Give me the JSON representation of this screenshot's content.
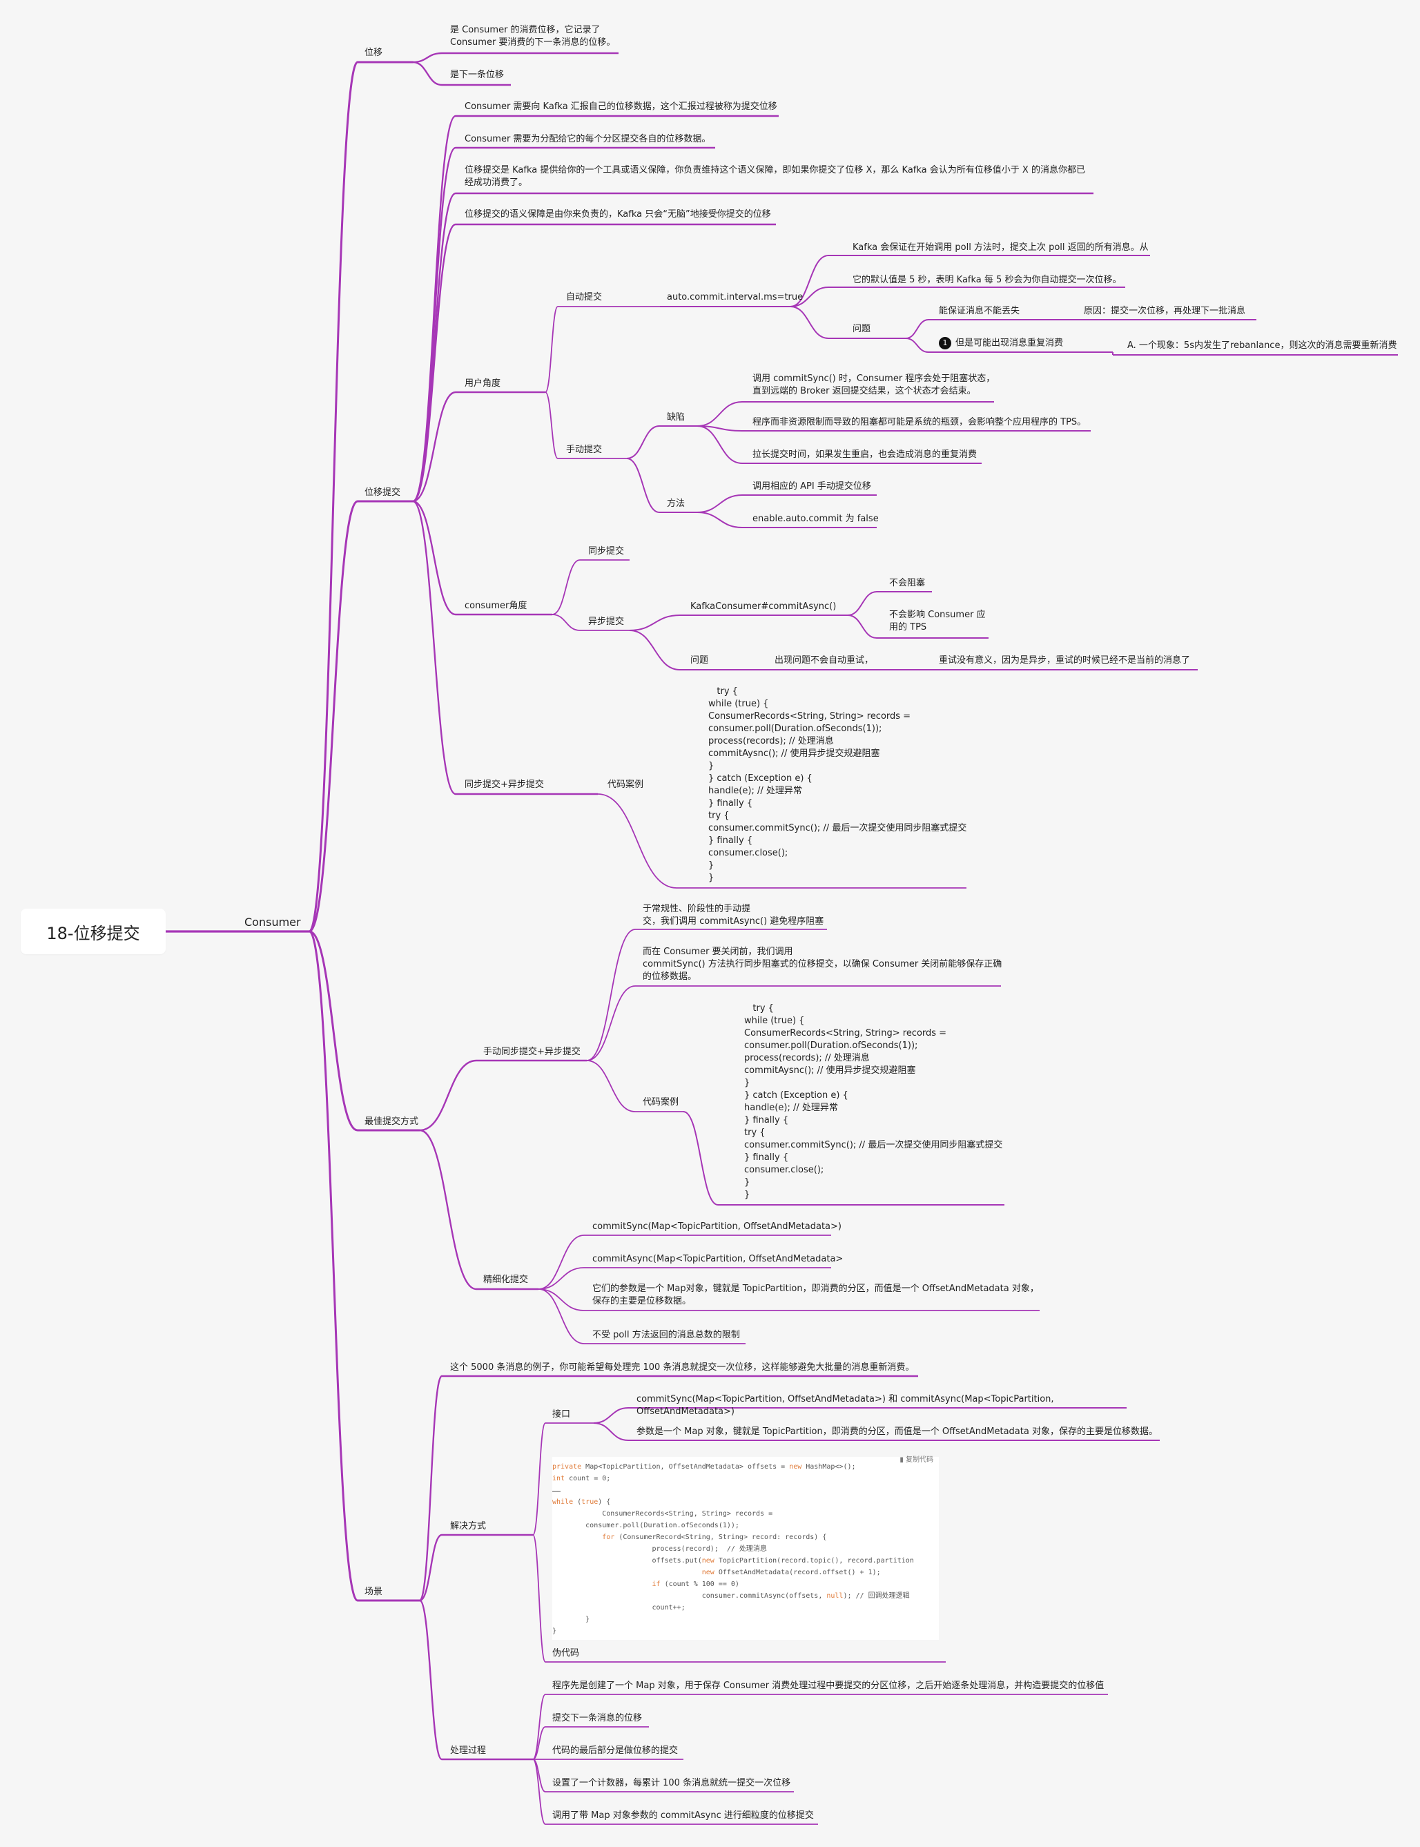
{
  "colors": {
    "edge": "#a636b6",
    "root_bg": "#ffffff",
    "background": "#f6f6f6"
  },
  "root": "18-位移提交",
  "l1": "Consumer",
  "weiyi": {
    "label": "位移",
    "c1": "是 Consumer 的消费位移，它记录了\nConsumer 要消费的下一条消息的位移。",
    "c2": "是下一条位移"
  },
  "tijiao": {
    "label": "位移提交",
    "c1": "Consumer 需要向 Kafka 汇报自己的位移数据，这个汇报过程被称为提交位移",
    "c2": "Consumer 需要为分配给它的每个分区提交各自的位移数据。",
    "c3": "位移提交是 Kafka 提供给你的一个工具或语义保障，你负责维持这个语义保障，即如果你提交了位移 X，那么 Kafka 会认为所有位移值小于 X 的消息你都已\n经成功消费了。",
    "c4": "位移提交的语义保障是由你来负责的，Kafka 只会“无脑”地接受你提交的位移",
    "user": {
      "label": "用户角度",
      "auto": {
        "label": "自动提交",
        "param": "auto.commit.interval.ms=true",
        "p1": "Kafka 会保证在开始调用 poll 方法时，提交上次 poll 返回的所有消息。从",
        "p2": "它的默认值是 5 秒，表明 Kafka 每 5 秒会为你自动提交一次位移。",
        "issue": "问题",
        "i1": "能保证消息不能丢失",
        "i1r": "原因：提交一次位移，再处理下一批消息",
        "i2_badge": "1",
        "i2": "但是可能出现消息重复消费",
        "i2r": "A. 一个现象：5s内发生了rebanlance，则这次的消息需要重新消费"
      },
      "manual": {
        "label": "手动提交",
        "defect": "缺陷",
        "d1": "调用 commitSync() 时，Consumer 程序会处于阻塞状态，\n直到远端的 Broker 返回提交结果，这个状态才会结束。",
        "d2": "程序而非资源限制而导致的阻塞都可能是系统的瓶颈，会影响整个应用程序的 TPS。",
        "d3": "拉长提交时间，如果发生重启，也会造成消息的重复消费",
        "method": "方法",
        "m1": "调用相应的 API 手动提交位移",
        "m2": "enable.auto.commit 为 false"
      }
    },
    "consumer": {
      "label": "consumer角度",
      "sync": "同步提交",
      "async": "异步提交",
      "api": "KafkaConsumer#commitAsync()",
      "a1": "不会阻塞",
      "a2": "不会影响 Consumer 应\n用的 TPS",
      "issue": "问题",
      "issue_text": "出现问题不会自动重试，",
      "issue_reason": "重试没有意义，因为是异步，重试的时候已经不是当前的消息了"
    },
    "mix": {
      "label": "同步提交+异步提交",
      "case": "代码案例",
      "code": "   try {\nwhile (true) {\nConsumerRecords<String, String> records =\nconsumer.poll(Duration.ofSeconds(1));\nprocess(records); // 处理消息\ncommitAysnc(); // 使用异步提交规避阻塞\n}\n} catch (Exception e) {\nhandle(e); // 处理异常\n} finally {\ntry {\nconsumer.commitSync(); // 最后一次提交使用同步阻塞式提交\n} finally {\nconsumer.close();\n}\n}"
    }
  },
  "best": {
    "label": "最佳提交方式",
    "mix": {
      "label": "手动同步提交+异步提交",
      "t1": "于常规性、阶段性的手动提\n交，我们调用 commitAsync() 避免程序阻塞",
      "t2": "而在 Consumer 要关闭前，我们调用\ncommitSync() 方法执行同步阻塞式的位移提交，以确保 Consumer 关闭前能够保存正确\n的位移数据。",
      "case": "代码案例",
      "code": "   try {\nwhile (true) {\nConsumerRecords<String, String> records =\nconsumer.poll(Duration.ofSeconds(1));\nprocess(records); // 处理消息\ncommitAysnc(); // 使用异步提交规避阻塞\n}\n} catch (Exception e) {\nhandle(e); // 处理异常\n} finally {\ntry {\nconsumer.commitSync(); // 最后一次提交使用同步阻塞式提交\n} finally {\nconsumer.close();\n}\n}"
    },
    "fine": {
      "label": "精细化提交",
      "f1": "commitSync(Map<TopicPartition, OffsetAndMetadata>)",
      "f2": "commitAsync(Map<TopicPartition, OffsetAndMetadata>",
      "f3": "它们的参数是一个 Map对象，键就是 TopicPartition，即消费的分区，而值是一个 OffsetAndMetadata 对象，\n保存的主要是位移数据。",
      "f4": "不受 poll 方法返回的消息总数的限制"
    }
  },
  "scene": {
    "label": "场景",
    "desc": "这个 5000 条消息的例子，你可能希望每处理完 100 条消息就提交一次位移，这样能够避免大批量的消息重新消费。",
    "solution": {
      "label": "解决方式",
      "iface": "接口",
      "if1": "commitSync(Map<TopicPartition, OffsetAndMetadata>) 和 commitAsync(Map<TopicPartition,\nOffsetAndMetadata>)",
      "if2": "参数是一个 Map 对象，键就是 TopicPartition，即消费的分区，而值是一个 OffsetAndMetadata 对象，保存的主要是位移数据。",
      "pseudo": "伪代码",
      "img_copy": "▮ 复制代码",
      "img_lines": [
        "private Map<TopicPartition, OffsetAndMetadata> offsets = new HashMap<>();",
        "int count = 0;",
        "……",
        "while (true) {",
        "            ConsumerRecords<String, String> records =",
        "        consumer.poll(Duration.ofSeconds(1));",
        "            for (ConsumerRecord<String, String> record: records) {",
        "                        process(record);  // 处理消息",
        "                        offsets.put(new TopicPartition(record.topic(), record.partition",
        "                                    new OffsetAndMetadata(record.offset() + 1);",
        "                        if (count % 100 == 0)",
        "                                    consumer.commitAsync(offsets, null); // 回调处理逻辑",
        "                        count++;",
        "        }",
        "}"
      ]
    },
    "process": {
      "label": "处理过程",
      "p1": "程序先是创建了一个 Map 对象，用于保存 Consumer 消费处理过程中要提交的分区位移，之后开始逐条处理消息，并构造要提交的位移值",
      "p2": "提交下一条消息的位移",
      "p3": "代码的最后部分是做位移的提交",
      "p4": "设置了一个计数器，每累计 100 条消息就统一提交一次位移",
      "p5": "调用了带 Map 对象参数的 commitAsync 进行细粒度的位移提交"
    }
  }
}
